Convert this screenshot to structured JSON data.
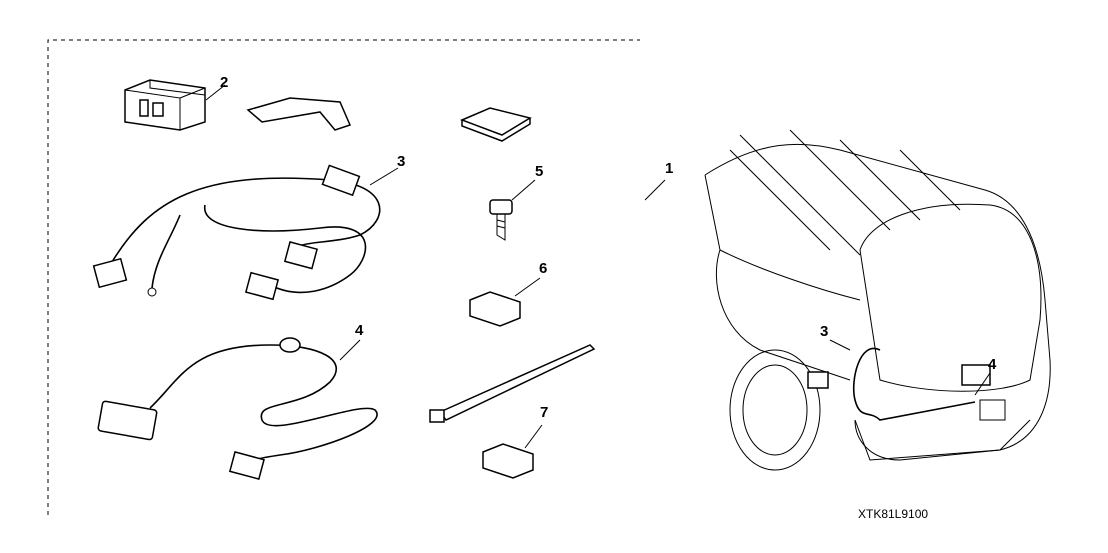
{
  "diagram_code": "XTK81L9100",
  "callouts": {
    "c1": "1",
    "c2": "2",
    "c3": "3",
    "c4": "4",
    "c5": "5",
    "c6": "6",
    "c7": "7",
    "car3": "3",
    "car4": "4"
  }
}
